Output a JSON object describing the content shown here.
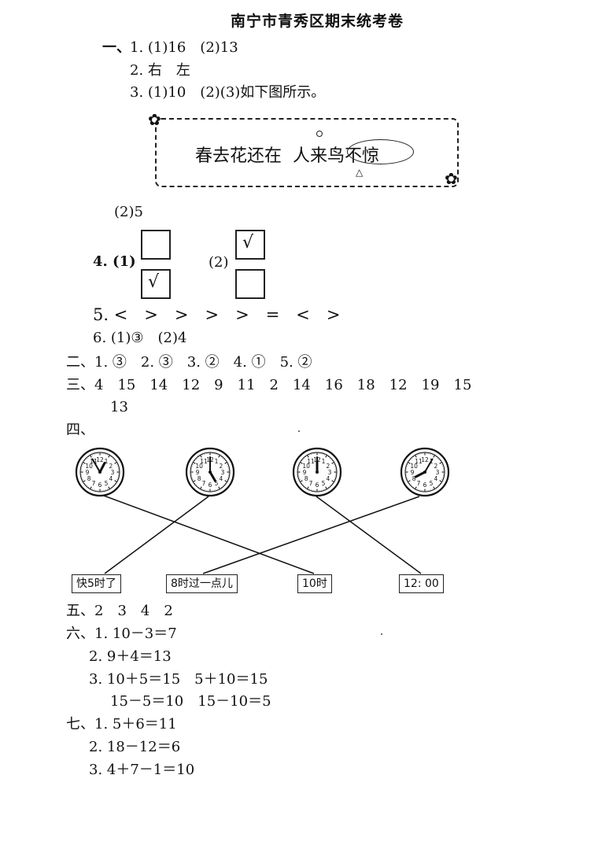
{
  "title": "南宁市青秀区期末统考卷",
  "s1": {
    "num": "一、",
    "q1": "1. (1)16　(2)13",
    "q2": "2. 右　左",
    "q3": "3. (1)10　(2)(3)如下图所示。",
    "poem_a": "春去花还在",
    "poem_b": "人来",
    "poem_c": "鸟不惊",
    "mark_triangle": "△",
    "q3_2": "(2)5",
    "q4_label1": "4. (1)",
    "q4_label2": "(2)",
    "check": "√",
    "q5": "5. <　>　>　>　>　=　<　>",
    "q6": "6. (1)③　(2)4"
  },
  "s2": "二、1. ③　2. ③　3. ②　4. ①　5. ②",
  "s3": {
    "line1": "三、4　15　14　12　9　11　2　14　16　18　12　19　15",
    "line2": "13"
  },
  "s4": {
    "num": "四、",
    "labels": [
      "快5时了",
      "8时过一点儿",
      "10时",
      "12: 00"
    ]
  },
  "s5": "五、2　3　4　2",
  "s6": {
    "q1": "六、1. 10－3＝7",
    "q2": "2. 9＋4＝13",
    "q3a": "3. 10＋5＝15　5＋10＝15",
    "q3b": "15－5＝10　15－10＝5"
  },
  "s7": {
    "q1": "七、1. 5＋6＝11",
    "q2": "2. 18－12＝6",
    "q3": "3. 4＋7－1＝10"
  },
  "clocks": [
    {
      "hour": 12,
      "minute": 55
    },
    {
      "hour": 5,
      "minute": 0
    },
    {
      "hour": 12,
      "minute": 0
    },
    {
      "hour": 8,
      "minute": 5
    }
  ],
  "clock_numbers": [
    "12",
    "1",
    "2",
    "3",
    "4",
    "5",
    "6",
    "7",
    "8",
    "9",
    "10",
    "11"
  ]
}
